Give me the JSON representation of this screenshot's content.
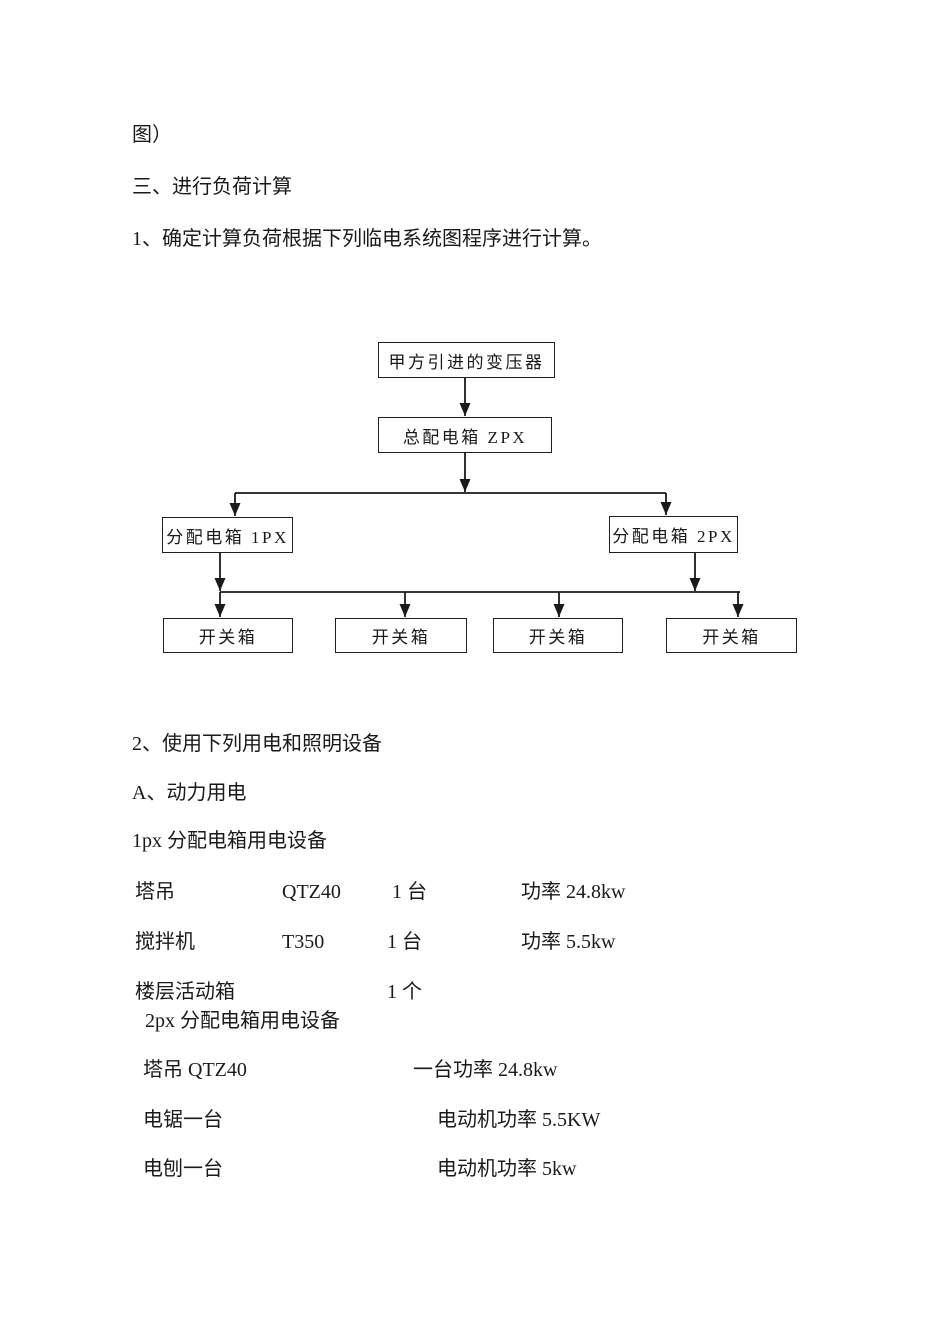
{
  "ink_color": "#1a1a1a",
  "document": {
    "lines": {
      "figure_tail": "图）",
      "section3_heading": "三、进行负荷计算",
      "item1": "1、确定计算负荷根据下列临电系统图程序进行计算。",
      "item2": "2、使用下列用电和照明设备",
      "itemA": "A、动力用电",
      "box1px_heading": "1px 分配电箱用电设备",
      "box2px_heading": "2px 分配电箱用电设备"
    },
    "flowchart": {
      "transformer": "甲方引进的变压器",
      "main_distribution": "总配电箱 ZPX",
      "dist_box_1": "分配电箱 1PX",
      "dist_box_2": "分配电箱 2PX",
      "switches": [
        "开关箱",
        "开关箱",
        "开关箱",
        "开关箱"
      ]
    },
    "equipment_1px": {
      "rows": [
        {
          "name": "塔吊",
          "model": "QTZ40",
          "qty": "1 台",
          "power": "功率 24.8kw"
        },
        {
          "name": "搅拌机",
          "model": "T350",
          "qty": "1 台",
          "power": "功率 5.5kw"
        },
        {
          "name": "楼层活动箱",
          "model": "",
          "qty": "1 个",
          "power": ""
        }
      ]
    },
    "equipment_2px": {
      "rows": [
        {
          "name": "塔吊 QTZ40",
          "power": "一台功率 24.8kw"
        },
        {
          "name": "电锯一台",
          "power": "电动机功率 5.5KW"
        },
        {
          "name": "电刨一台",
          "power": "电动机功率 5kw"
        }
      ]
    }
  }
}
